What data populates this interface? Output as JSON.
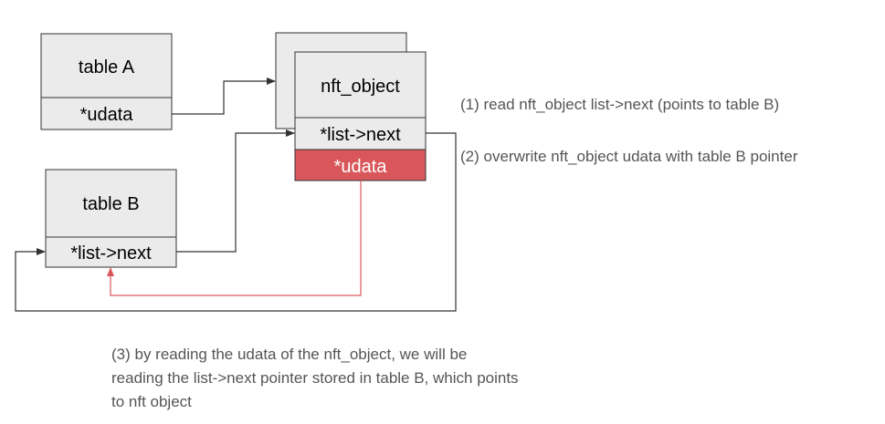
{
  "diagram": {
    "table_a": {
      "title": "table A",
      "field": "*udata"
    },
    "nft_object": {
      "title": "nft_object",
      "field_next": "*list->next",
      "field_udata": "*udata"
    },
    "table_b": {
      "title": "table B",
      "field": "*list->next"
    }
  },
  "notes": {
    "step1": "(1) read nft_object list->next (points to table B)",
    "step2": "(2) overwrite nft_object udata with table B pointer",
    "step3": [
      "(3) by reading the udata of the nft_object, we will be",
      "reading the list->next pointer stored in table B, which points",
      "to nft object"
    ]
  },
  "colors": {
    "box_fill": "#ebebeb",
    "box_stroke": "#333333",
    "highlight_fill": "#d9575b",
    "highlight_arrow": "#d9575b",
    "connector": "#333333",
    "note_text": "#555555"
  }
}
